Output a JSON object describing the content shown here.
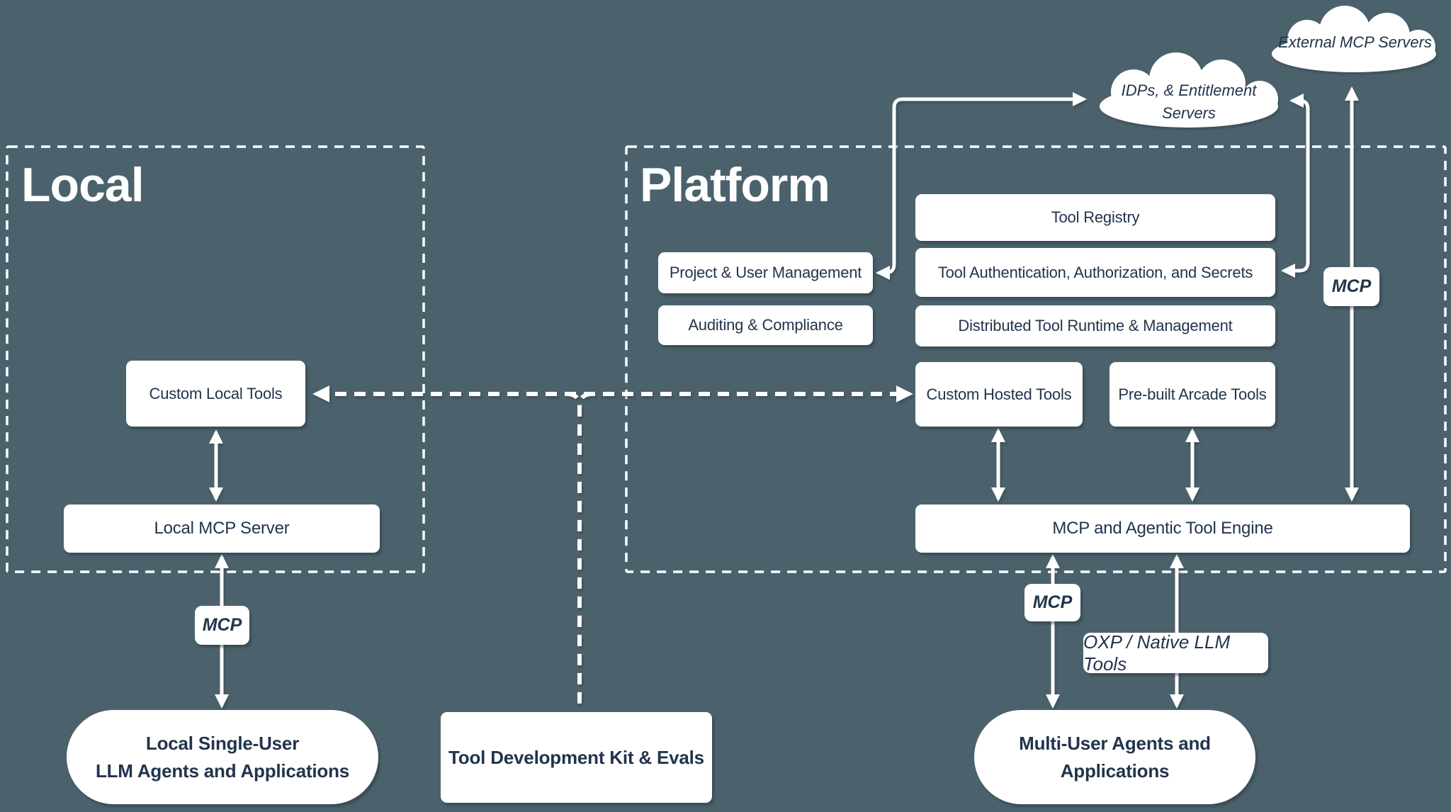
{
  "colors": {
    "background": "#4b626d",
    "ink": "#22344c",
    "line": "#ffffff"
  },
  "containers": {
    "local": {
      "label": "Local"
    },
    "platform": {
      "label": "Platform"
    }
  },
  "clouds": {
    "external_mcp": {
      "label": "External MCP Servers"
    },
    "idps": {
      "line1": "IDPs, & Entitlement",
      "line2": "Servers"
    }
  },
  "platform": {
    "tool_registry": "Tool Registry",
    "project_user_mgmt": "Project & User Management",
    "tool_auth": "Tool Authentication, Authorization, and Secrets",
    "auditing": "Auditing & Compliance",
    "runtime": "Distributed Tool Runtime & Management",
    "custom_hosted": "Custom Hosted Tools",
    "prebuilt": "Pre-built Arcade Tools",
    "engine": "MCP and Agentic Tool Engine"
  },
  "local": {
    "custom_local": "Custom Local Tools",
    "mcp_server": "Local MCP Server"
  },
  "badges": {
    "mcp_local": "MCP",
    "mcp_platform": "MCP",
    "mcp_external": "MCP",
    "oxp": "OXP / Native LLM Tools"
  },
  "apps": {
    "local_agents": {
      "line1": "Local Single-User",
      "line2": "LLM Agents and Applications"
    },
    "tdk": {
      "label": "Tool Development Kit & Evals"
    },
    "multi_user": {
      "line1": "Multi-User Agents and",
      "line2": "Applications"
    }
  }
}
